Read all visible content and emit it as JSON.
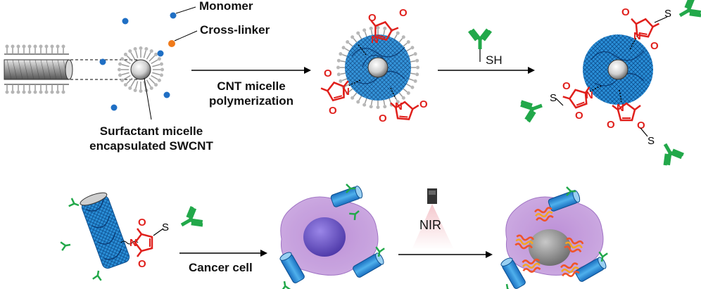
{
  "labels": {
    "monomer": "Monomer",
    "cross_linker": "Cross-linker",
    "micelle_line1": "Surfactant micelle",
    "micelle_line2": "encapsulated SWCNT",
    "cnt_line1": "CNT micelle",
    "cnt_line2": "polymerization",
    "sh": "SH",
    "cancer_cell": "Cancer cell",
    "nir": "NIR"
  },
  "colors": {
    "monomer": "#1f6fc4",
    "cross_linker": "#f07a1a",
    "maleimide": "#e0201c",
    "antibody": "#22a84a",
    "polymer_shell": "#1e88d4",
    "cell": "#a46fc4",
    "nucleus_healthy": "#6a4fc0",
    "nucleus_damaged": "#8a8a8a",
    "heat": "#f0542a"
  },
  "icons": [
    "carbon-nanotube-icon",
    "antibody-icon",
    "flashlight-icon",
    "heat-wave-icon"
  ]
}
